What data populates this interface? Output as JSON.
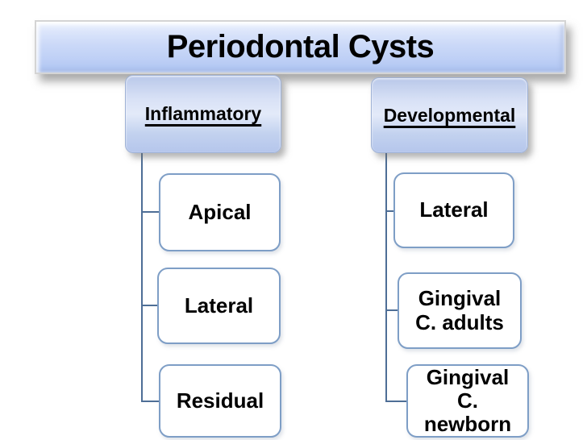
{
  "title": "Periodontal Cysts",
  "branches": [
    {
      "label": "Inflammatory",
      "children": [
        "Apical",
        "Lateral",
        "Residual"
      ]
    },
    {
      "label": "Developmental",
      "children": [
        "Lateral",
        "Gingival C. adults",
        "Gingival C. newborn"
      ]
    }
  ],
  "colors": {
    "connector": "#4e6e96",
    "child_border": "#7e9ec6",
    "parent_gradient_top": "#b9c8e9",
    "parent_gradient_mid": "#e3eaf9",
    "parent_gradient_bottom": "#b5c6ec",
    "title_gradient_top": "#f3f7fe",
    "title_gradient_bottom": "#aec4f2",
    "text": "#000000",
    "background": "#ffffff"
  }
}
